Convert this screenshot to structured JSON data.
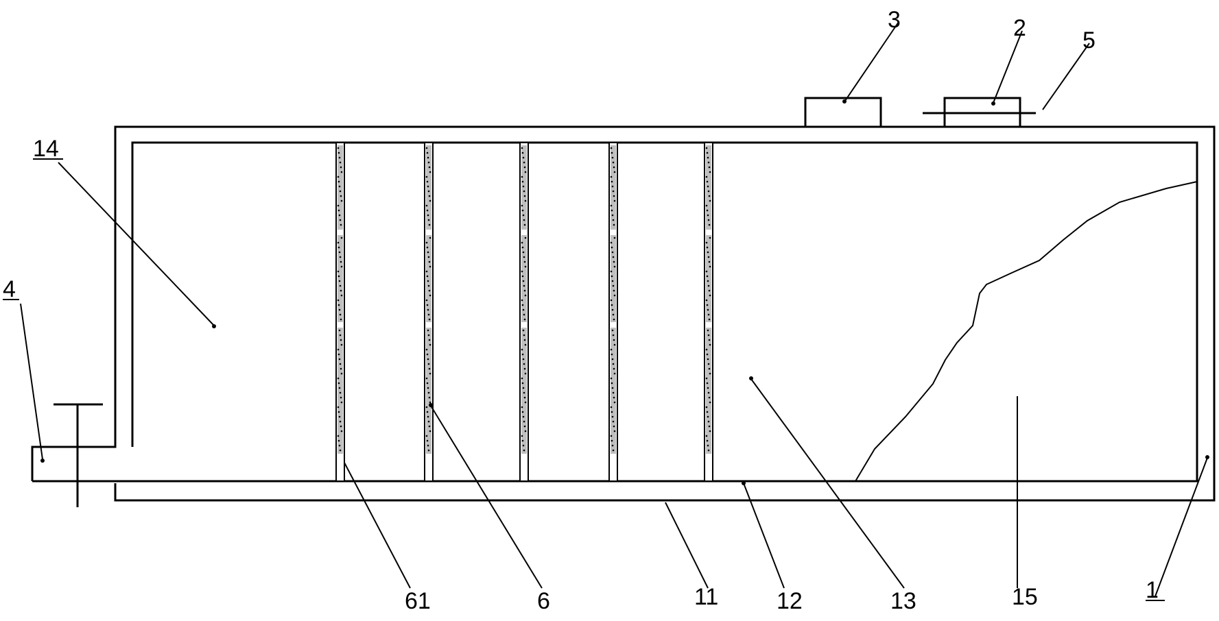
{
  "diagram": {
    "labels": {
      "l14": "14",
      "l4": "4",
      "l3": "3",
      "l2": "2",
      "l5": "5",
      "l61": "61",
      "l6": "6",
      "l11": "11",
      "l12": "12",
      "l13": "13",
      "l15": "15",
      "l1": "1"
    },
    "colors": {
      "stroke": "#000000",
      "background": "#ffffff"
    }
  }
}
